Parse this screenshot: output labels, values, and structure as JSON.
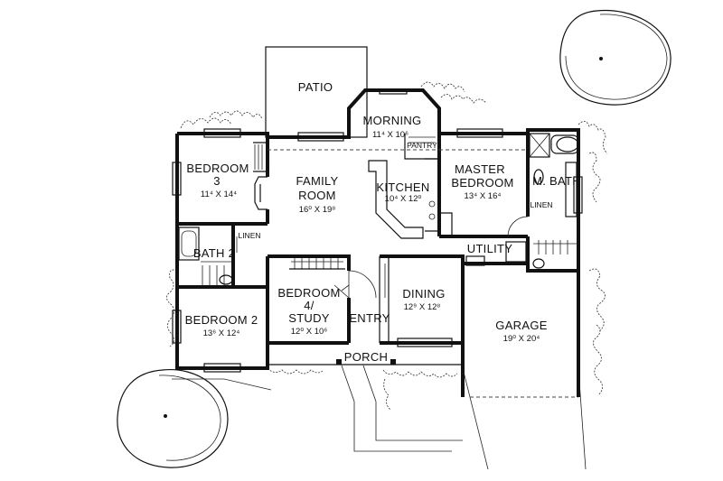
{
  "rooms": {
    "patio": {
      "name": "PATIO"
    },
    "morning": {
      "name": "MORNING",
      "dim": "11⁴ X 10⁶"
    },
    "pantry": {
      "name": "PANTRY"
    },
    "family": {
      "name1": "FAMILY",
      "name2": "ROOM",
      "dim": "16⁰ X 19⁸"
    },
    "kitchen": {
      "name": "KITCHEN",
      "dim": "10⁴ X 12⁰"
    },
    "master": {
      "name1": "MASTER",
      "name2": "BEDROOM",
      "dim": "13⁴ X 16⁴"
    },
    "mbath": {
      "name": "M. BATH"
    },
    "linen_master": {
      "name": "LINEN"
    },
    "bedroom3": {
      "name1": "BEDROOM",
      "name2": "3",
      "dim": "11⁴ X 14⁴"
    },
    "linen_hall": {
      "name": "LINEN"
    },
    "bath2": {
      "name": "BATH 2"
    },
    "utility": {
      "name": "UTILITY"
    },
    "bedroom4": {
      "name1": "BEDROOM",
      "name2": "4/",
      "name3": "STUDY",
      "dim": "12⁰ X 10⁶"
    },
    "entry": {
      "name": "ENTRY"
    },
    "dining": {
      "name": "DINING",
      "dim": "12⁹ X 12⁸"
    },
    "bedroom2": {
      "name": "BEDROOM 2",
      "dim": "13⁶ X 12⁴"
    },
    "garage": {
      "name": "GARAGE",
      "dim": "19⁰ X 20⁴"
    },
    "porch": {
      "name": "PORCH"
    }
  }
}
